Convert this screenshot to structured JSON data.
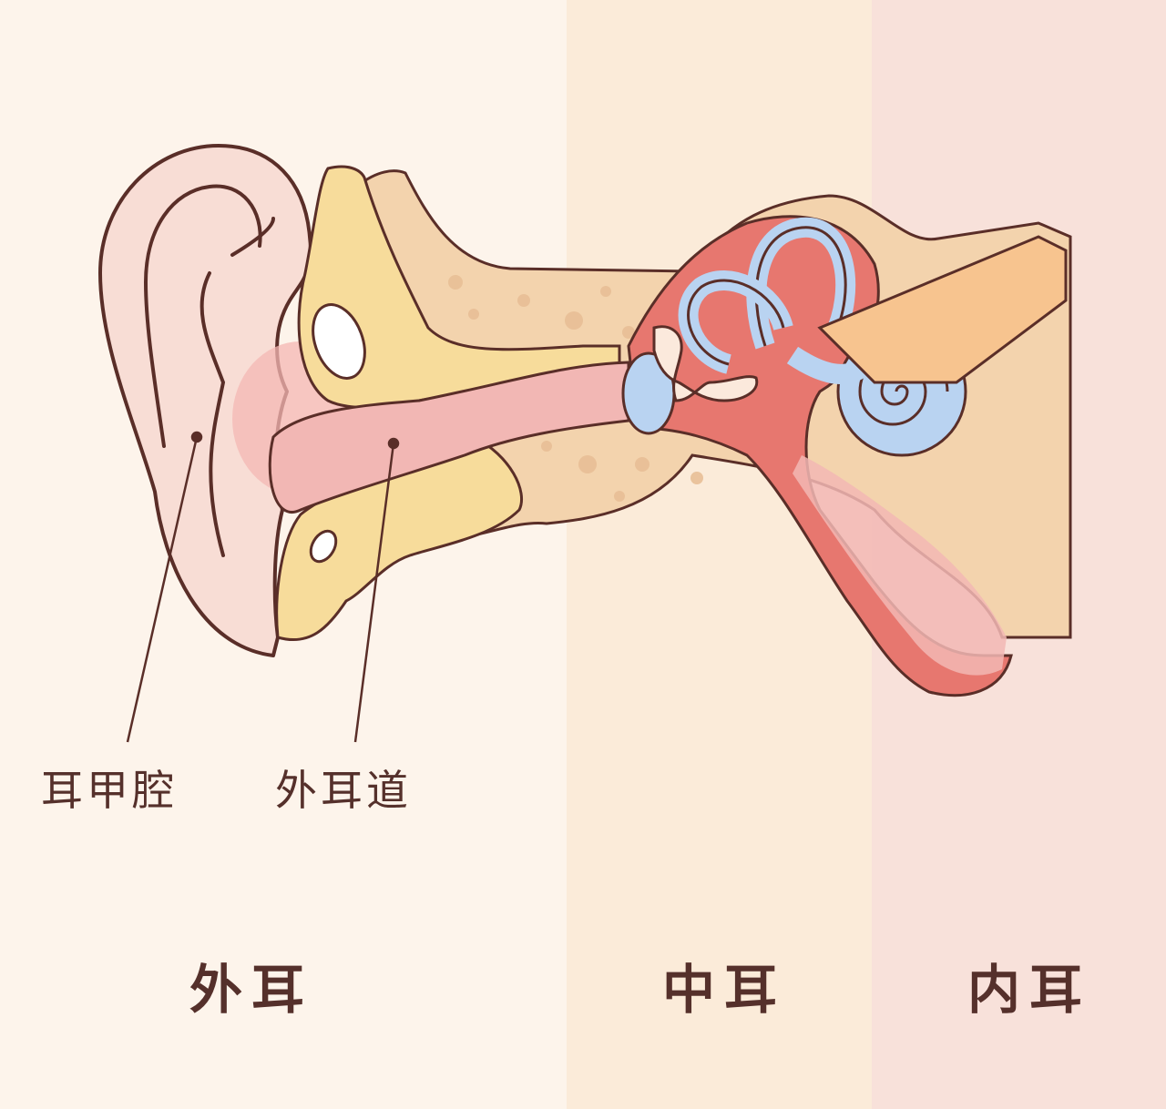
{
  "regions": {
    "outer_ear": "外耳",
    "middle_ear": "中耳",
    "inner_ear": "内耳"
  },
  "callouts": {
    "concha": "耳甲腔",
    "ear_canal": "外耳道"
  },
  "colors": {
    "outer_band": "#fdf4eb",
    "middle_band": "#fbebd9",
    "inner_band": "#f8e1da",
    "outline": "#5a2e28",
    "cartilage": "#f7dc9b",
    "bone": "#f3d3ad",
    "canal": "#f2b7b4",
    "cavity": "#e7776f",
    "labyrinth": "#b9d3f1"
  }
}
